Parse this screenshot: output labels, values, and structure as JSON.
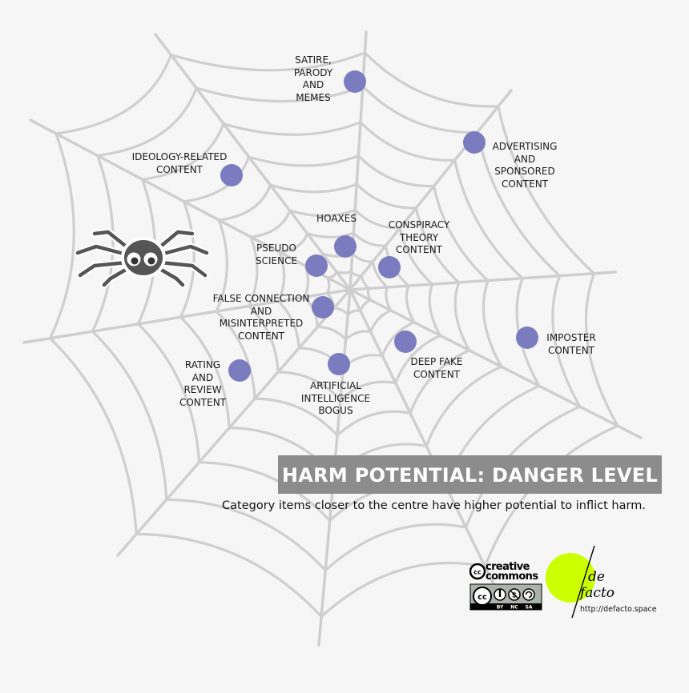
{
  "title": "HARM POTENTIAL: DANGER LEVEL",
  "subtitle": "Category items closer to the centre have higher potential to inflict harm.",
  "colors": {
    "background": "#f6f6f6",
    "web": "#cfcfcf",
    "dot": "#7b7bc0",
    "title_box": "#8c8c8c",
    "defacto_circle": "#ccff00"
  },
  "categories": [
    {
      "label": "SATIRE,\nPARODY\nAND\nMEMES"
    },
    {
      "label": "ADVERTISING\nAND\nSPONSORED\nCONTENT"
    },
    {
      "label": "IDEOLOGY-RELATED\nCONTENT"
    },
    {
      "label": "HOAXES"
    },
    {
      "label": "CONSPIRACY\nTHEORY\nCONTENT"
    },
    {
      "label": "PSEUDO\nSCIENCE"
    },
    {
      "label": "FALSE CONNECTION\nAND\nMISINTERPRETED\nCONTENT"
    },
    {
      "label": "IMPOSTER\nCONTENT"
    },
    {
      "label": "DEEP FAKE\nCONTENT"
    },
    {
      "label": "RATING\nAND\nREVIEW\nCONTENT"
    },
    {
      "label": "ARTIFICIAL\nINTELLIGENCE\nBOGUS"
    }
  ],
  "logos": {
    "cc_top": "creative",
    "cc_bottom": "commons",
    "cc_badge": "cc",
    "cc_terms": [
      "BY",
      "NC",
      "SA"
    ],
    "defacto_line1": "de",
    "defacto_line2": "facto",
    "defacto_url": "http://defacto.space"
  },
  "icons": [
    "spider-icon",
    "creative-commons-icon",
    "defacto-logo"
  ]
}
